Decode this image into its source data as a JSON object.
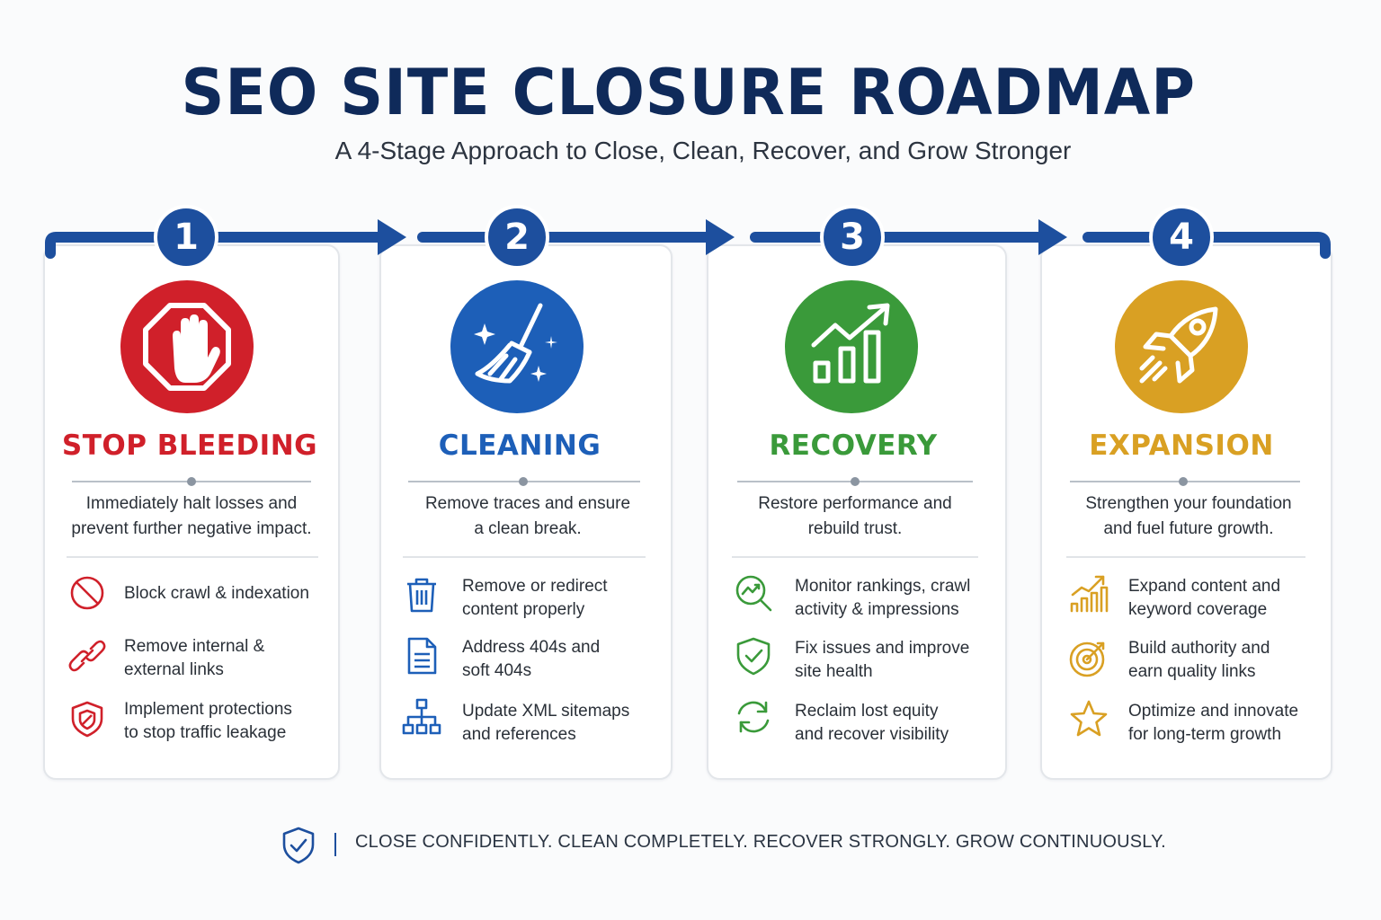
{
  "title": "SEO SITE CLOSURE ROADMAP",
  "subtitle": "A 4-Stage Approach to Close, Clean, Recover, and Grow Stronger",
  "accent_color": "#1d4f9e",
  "stages": [
    {
      "number": "1",
      "name": "STOP BLEEDING",
      "color": "#d0202a",
      "icon": "stop-hand-icon",
      "description_lines": [
        "Immediately halt losses and",
        "prevent further negative impact."
      ],
      "items": [
        {
          "icon": "no-entry-icon",
          "lines": [
            "Block crawl & indexation"
          ]
        },
        {
          "icon": "broken-link-icon",
          "lines": [
            "Remove internal &",
            "external links"
          ]
        },
        {
          "icon": "shield-icon",
          "lines": [
            "Implement protections",
            "to stop traffic leakage"
          ]
        }
      ]
    },
    {
      "number": "2",
      "name": "CLEANING",
      "color": "#1d5fb8",
      "icon": "broom-icon",
      "description_lines": [
        "Remove traces and ensure",
        "a clean break."
      ],
      "items": [
        {
          "icon": "trash-icon",
          "lines": [
            "Remove or redirect",
            "content properly"
          ]
        },
        {
          "icon": "document-icon",
          "lines": [
            "Address 404s and",
            "soft 404s"
          ]
        },
        {
          "icon": "sitemap-icon",
          "lines": [
            "Update XML sitemaps",
            "and references"
          ]
        }
      ]
    },
    {
      "number": "3",
      "name": "RECOVERY",
      "color": "#3a9a3a",
      "icon": "growth-chart-icon",
      "description_lines": [
        "Restore performance and",
        "rebuild trust."
      ],
      "items": [
        {
          "icon": "magnifier-chart-icon",
          "lines": [
            "Monitor rankings, crawl",
            "activity & impressions"
          ]
        },
        {
          "icon": "shield-check-icon",
          "lines": [
            "Fix issues and improve",
            "site health"
          ]
        },
        {
          "icon": "refresh-icon",
          "lines": [
            "Reclaim lost equity",
            "and recover visibility"
          ]
        }
      ]
    },
    {
      "number": "4",
      "name": "EXPANSION",
      "color": "#d9a023",
      "icon": "rocket-icon",
      "description_lines": [
        "Strengthen your foundation",
        "and fuel future growth."
      ],
      "items": [
        {
          "icon": "bar-growth-icon",
          "lines": [
            "Expand content and",
            "keyword coverage"
          ]
        },
        {
          "icon": "target-icon",
          "lines": [
            "Build authority and",
            "earn quality links"
          ]
        },
        {
          "icon": "star-icon",
          "lines": [
            "Optimize and innovate",
            "for long-term growth"
          ]
        }
      ]
    }
  ],
  "footer": {
    "icon": "shield-check-icon",
    "text": "CLOSE CONFIDENTLY. CLEAN COMPLETELY. RECOVER STRONGLY. GROW CONTINUOUSLY."
  }
}
